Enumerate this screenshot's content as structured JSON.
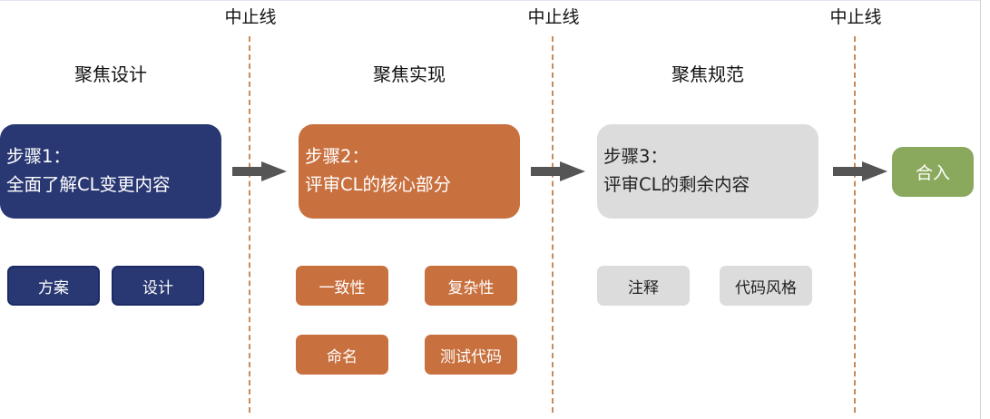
{
  "stop_line_label": "中止线",
  "sections": [
    {
      "title": "聚焦设计",
      "step_line1": "步骤1：",
      "step_line2": "全面了解CL变更内容"
    },
    {
      "title": "聚焦实现",
      "step_line1": "步骤2：",
      "step_line2": "评审CL的核心部分"
    },
    {
      "title": "聚焦规范",
      "step_line1": "步骤3：",
      "step_line2": "评审CL的剩余内容"
    }
  ],
  "merge_label": "合入",
  "tags": {
    "design": [
      "方案",
      "设计"
    ],
    "implementation": [
      "一致性",
      "复杂性",
      "命名",
      "测试代码"
    ],
    "style": [
      "注释",
      "代码风格"
    ]
  },
  "colors": {
    "blue": "#293873",
    "orange": "#c8703e",
    "gray": "#dcdcdc",
    "green": "#8aa95d",
    "arrow": "#555555",
    "divider": "#c98a5a"
  }
}
